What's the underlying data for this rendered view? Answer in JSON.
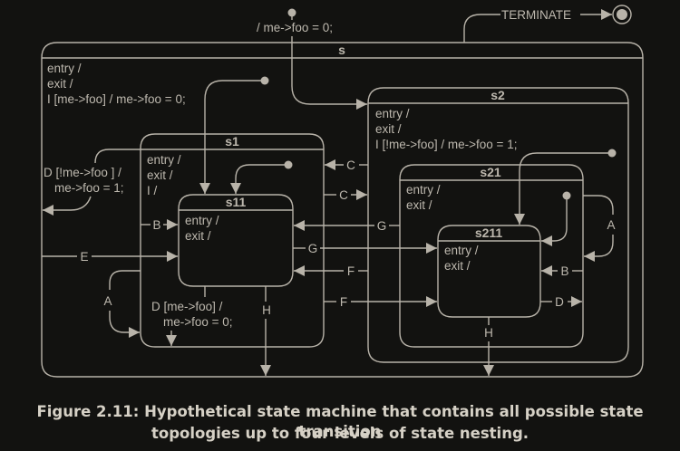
{
  "colors": {
    "background": "#121210",
    "line": "#b8b3a9",
    "text": "#bdb8ae",
    "caption": "#d6d1c6"
  },
  "states": {
    "s": {
      "name": "s",
      "actions": [
        "entry /",
        "exit /",
        "I [me->foo] / me->foo = 0;"
      ]
    },
    "s1": {
      "name": "s1",
      "actions": [
        "entry /",
        "exit /",
        "I /"
      ]
    },
    "s11": {
      "name": "s11",
      "actions": [
        "entry /",
        "exit /"
      ]
    },
    "s2": {
      "name": "s2",
      "actions": [
        "entry /",
        "exit /",
        "I [!me->foo] / me->foo = 1;"
      ]
    },
    "s21": {
      "name": "s21",
      "actions": [
        "entry /",
        "exit /"
      ]
    },
    "s211": {
      "name": "s211",
      "actions": [
        "entry /",
        "exit /"
      ]
    }
  },
  "transitions": {
    "top_initial": "/ me->foo = 0;",
    "terminate": "TERMINATE",
    "d_s1_guard_line1": "D [!me->foo ] /",
    "d_s1_guard_line2": "me->foo = 1;",
    "d_s11_guard_line1": "D [me->foo] /",
    "d_s11_guard_line2": "me->foo = 0;",
    "A": "A",
    "B": "B",
    "C": "C",
    "D": "D",
    "E": "E",
    "F": "F",
    "G": "G",
    "H": "H"
  },
  "caption": {
    "line1": "Figure 2.11: Hypothetical state machine that contains all possible state transition",
    "line2": "topologies up to four levels of state nesting."
  }
}
